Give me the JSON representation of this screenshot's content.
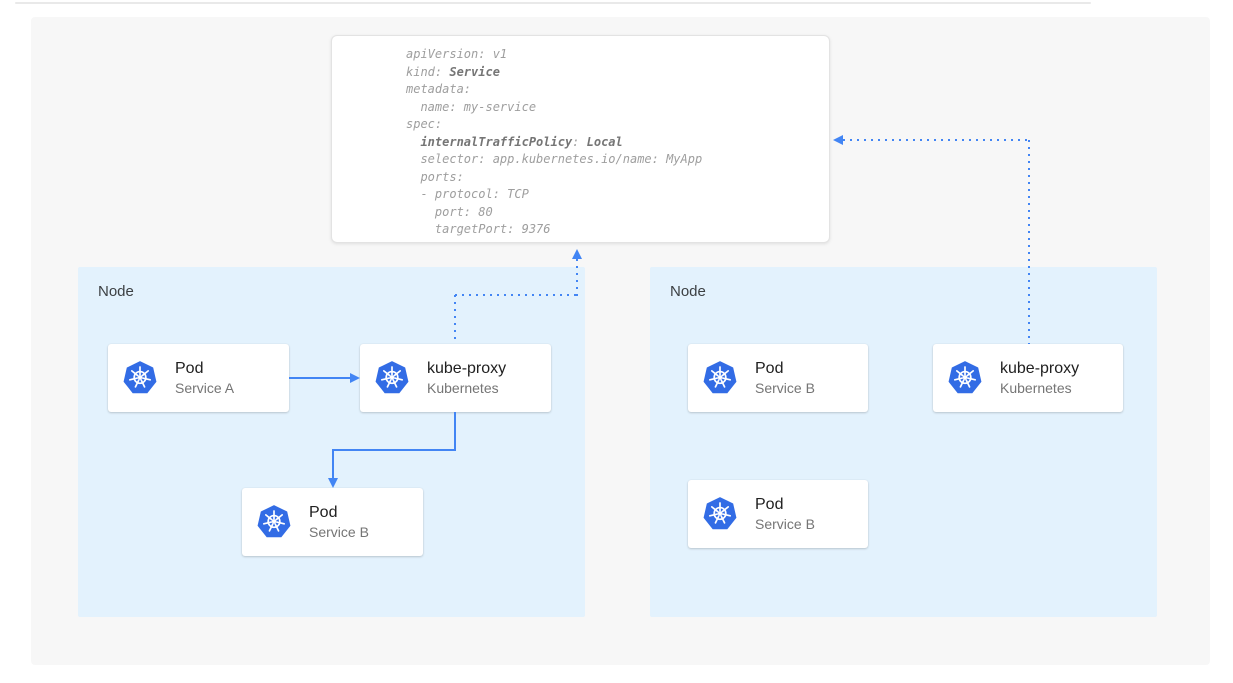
{
  "diagram": {
    "colors": {
      "arrow_blue": "#4285f4",
      "k8s_blue": "#326ce5",
      "node_bg": "#e3f2fd",
      "canvas_bg": "#f7f7f7",
      "code_text": "#9e9e9e",
      "code_bold": "#757575"
    },
    "yaml_card": {
      "lines": [
        [
          {
            "t": "apiVersion: v1"
          }
        ],
        [
          {
            "t": "kind: "
          },
          {
            "t": "Service",
            "b": 1
          }
        ],
        [
          {
            "t": "metadata:"
          }
        ],
        [
          {
            "t": "  name: my-service"
          }
        ],
        [
          {
            "t": "spec:"
          }
        ],
        [
          {
            "t": "  "
          },
          {
            "t": "internalTrafficPolicy",
            "b": 1
          },
          {
            "t": ": "
          },
          {
            "t": "Local",
            "b": 1
          }
        ],
        [
          {
            "t": "  selector: app.kubernetes.io/name: MyApp"
          }
        ],
        [
          {
            "t": "  ports:"
          }
        ],
        [
          {
            "t": "  - protocol: TCP"
          }
        ],
        [
          {
            "t": "    port: 80"
          }
        ],
        [
          {
            "t": "    targetPort: 9376"
          }
        ]
      ]
    },
    "nodes": [
      {
        "label": "Node",
        "cards": [
          {
            "icon": "kubernetes-icon",
            "title": "Pod",
            "subtitle": "Service A"
          },
          {
            "icon": "kubernetes-icon",
            "title": "kube-proxy",
            "subtitle": "Kubernetes"
          },
          {
            "icon": "kubernetes-icon",
            "title": "Pod",
            "subtitle": "Service B"
          }
        ]
      },
      {
        "label": "Node",
        "cards": [
          {
            "icon": "kubernetes-icon",
            "title": "Pod",
            "subtitle": "Service B"
          },
          {
            "icon": "kubernetes-icon",
            "title": "kube-proxy",
            "subtitle": "Kubernetes"
          },
          {
            "icon": "kubernetes-icon",
            "title": "Pod",
            "subtitle": "Service B"
          }
        ]
      }
    ]
  }
}
